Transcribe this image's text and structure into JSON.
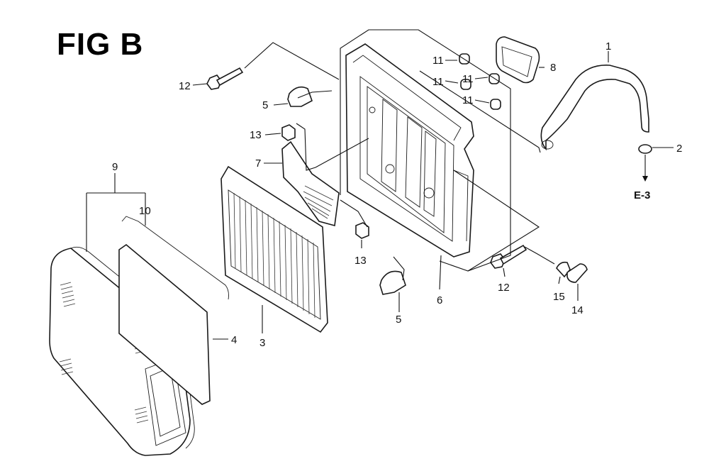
{
  "figure": {
    "title": "FIG B"
  },
  "callouts": {
    "c1": "1",
    "c2": "2",
    "c3": "3",
    "c4": "4",
    "c5a": "5",
    "c5b": "5",
    "c6": "6",
    "c7": "7",
    "c8": "8",
    "c9": "9",
    "c10": "10",
    "c11a": "11",
    "c11b": "11",
    "c11c": "11",
    "c11d": "11",
    "c12a": "12",
    "c12b": "12",
    "c13a": "13",
    "c13b": "13",
    "c14": "14",
    "c15": "15"
  },
  "references": {
    "e3": "E-3"
  }
}
